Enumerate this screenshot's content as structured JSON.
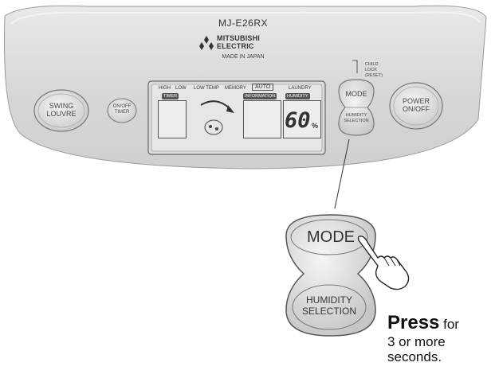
{
  "panel": {
    "model": "MJ-E26RX",
    "brand_line1": "MITSUBISHI",
    "brand_line2": "ELECTRIC",
    "made_in": "MADE IN JAPAN",
    "swing_louvre": [
      "SWING",
      "LOUVRE"
    ],
    "on_off_timer": [
      "ON/OFF",
      "TIMER"
    ],
    "power": [
      "POWER",
      "ON/OFF"
    ],
    "mode": "MODE",
    "humidity_selection_small": [
      "HUMIDITY",
      "SELECTION"
    ],
    "child_lock": [
      "CHILD",
      "LOCK",
      "(RESET)"
    ],
    "display": {
      "mode_labels": [
        "HIGH",
        "LOW",
        "LOW TEMP",
        "MEMORY",
        "AUTO",
        "LAUNDRY"
      ],
      "timer_tag": "TIMER",
      "information_tag": "INFORMATION",
      "humidity_tag": "HUMIDITY",
      "humidity_value": "60",
      "humidity_unit": "%"
    }
  },
  "enlarged": {
    "mode_label": "MODE",
    "humidity_line1": "HUMIDITY",
    "humidity_line2": "SELECTION"
  },
  "instruction": {
    "press": "Press",
    "line1_rest": " for",
    "line2": "3 or more",
    "line3": "seconds."
  }
}
